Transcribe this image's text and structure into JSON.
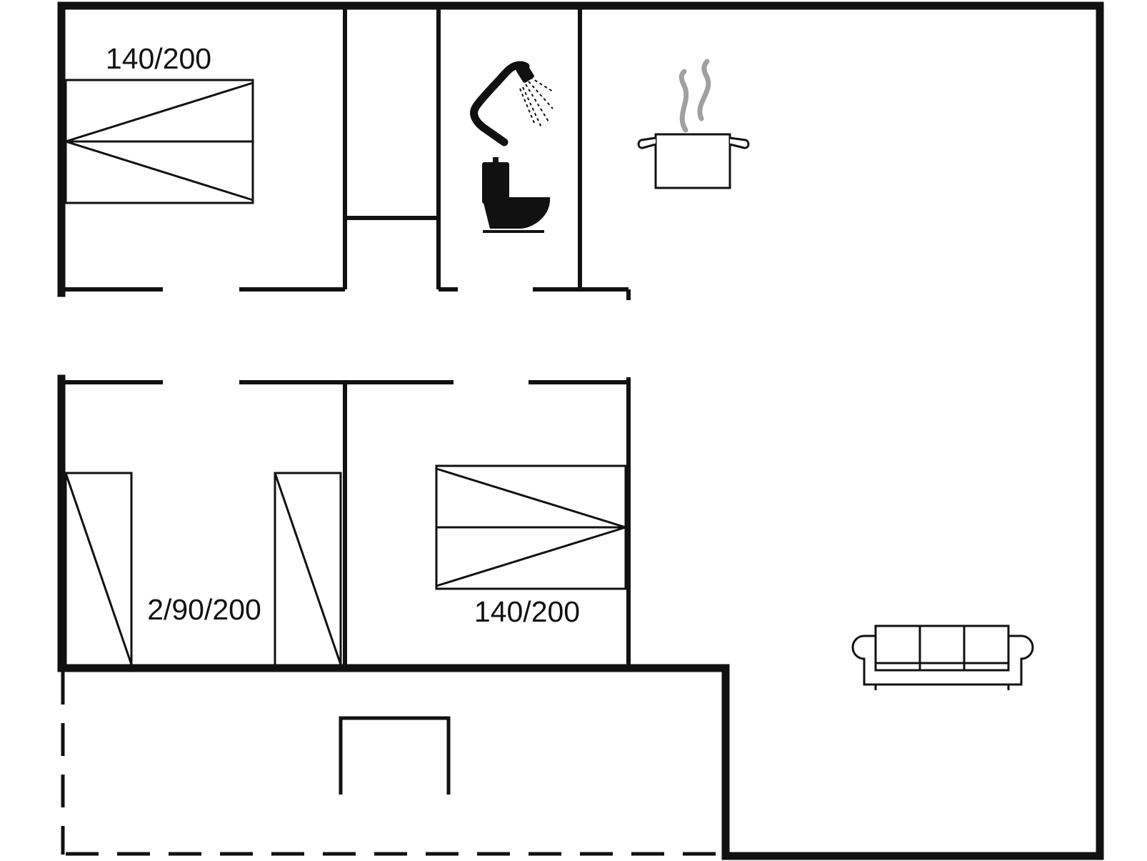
{
  "floorplan": {
    "bed_labels": {
      "bedroom_1": "140/200",
      "bedroom_2": "2/90/200",
      "bedroom_3": "140/200"
    },
    "icons": {
      "shower": "shower-icon",
      "toilet": "toilet-icon",
      "kitchen": "cooking-pot-icon",
      "sofa": "sofa-icon"
    },
    "colors": {
      "line": "#111111",
      "steam": "#a0a0a0",
      "background": "#ffffff"
    }
  }
}
